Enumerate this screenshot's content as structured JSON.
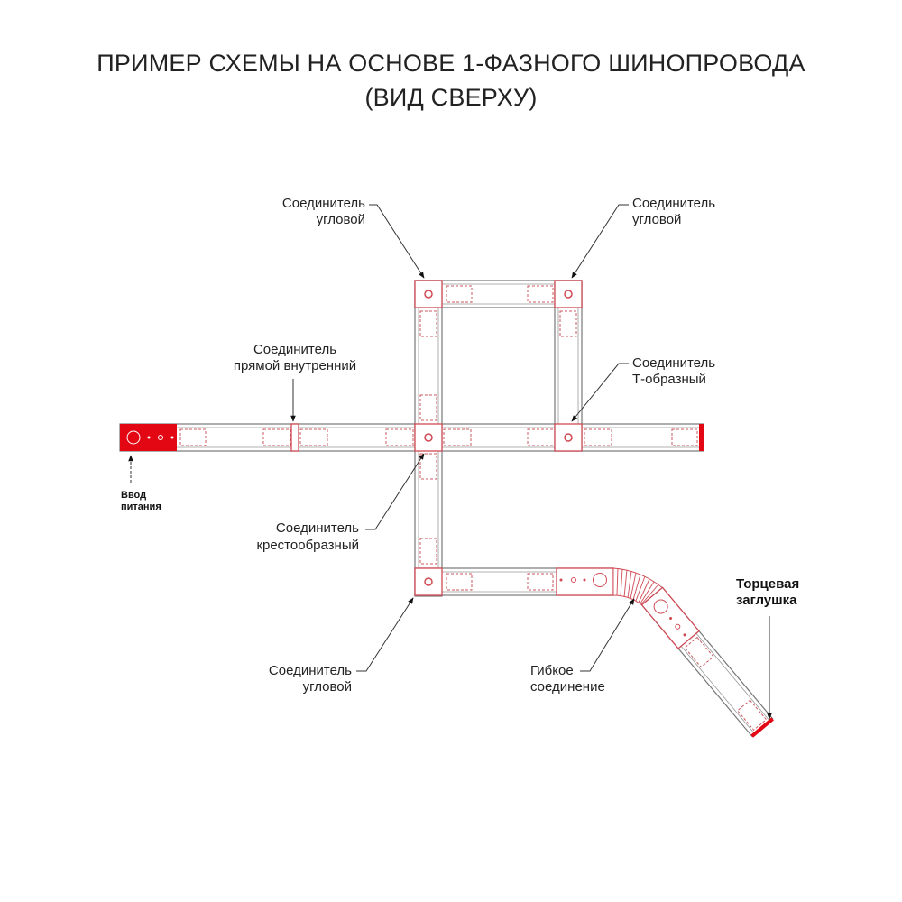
{
  "title": {
    "line1": "ПРИМЕР СХЕМЫ НА ОСНОВЕ 1-ФАЗНОГО ШИНОПРОВОДА",
    "line2": "(ВИД СВЕРХУ)"
  },
  "labels": {
    "corner_top_left": [
      "Соединитель",
      "угловой"
    ],
    "corner_top_right": [
      "Соединитель",
      "угловой"
    ],
    "straight_internal": [
      "Соединитель",
      "прямой внутренний"
    ],
    "t_shaped": [
      "Соединитель",
      "Т-образный"
    ],
    "power_input": [
      "Ввод",
      "питания"
    ],
    "cross": [
      "Соединитель",
      "крестообразный"
    ],
    "end_cap": [
      "Торцевая",
      "заглушка"
    ],
    "corner_bottom": [
      "Соединитель",
      "угловой"
    ],
    "flexible": [
      "Гибкое",
      "соединение"
    ]
  },
  "colors": {
    "accent": "#e30613",
    "connector": "#d04a55",
    "rail": "#777777"
  }
}
